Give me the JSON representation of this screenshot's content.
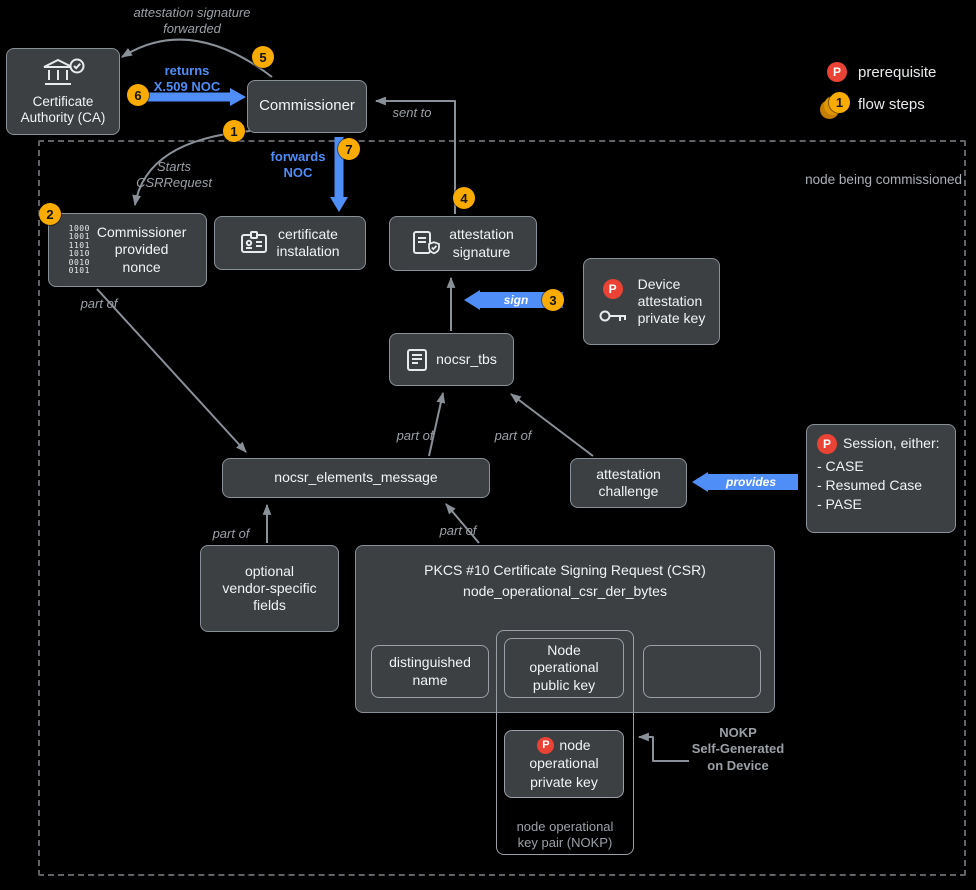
{
  "colors": {
    "background": "#000000",
    "box_fill": "#3c4043",
    "box_border": "#8a9097",
    "accent_blue": "#4f8df7",
    "step_yellow": "#f9ab00",
    "prereq_red": "#ea4335",
    "muted_gray": "#9aa0a6"
  },
  "legend": {
    "prereq_badge": "P",
    "prereq_label": "prerequisite",
    "step_badge": "1",
    "steps_label": "flow steps"
  },
  "region": {
    "label": "node being commissioned"
  },
  "steps": {
    "s1": "1",
    "s2": "2",
    "s3": "3",
    "s4": "4",
    "s5": "5",
    "s6": "6",
    "s7": "7"
  },
  "nodes": {
    "ca": {
      "label": "Certificate Authority (CA)"
    },
    "commissioner": {
      "label": "Commissioner"
    },
    "nonce": {
      "line1": "Commissioner",
      "line2": "provided",
      "line3": "nonce",
      "binary": {
        "r1": "1000",
        "r2": "1001",
        "r3": "1101",
        "r4": "1010",
        "r5": "0010",
        "r6": "0101"
      }
    },
    "cert_install": {
      "line1": "certificate",
      "line2": "instalation"
    },
    "att_sig": {
      "line1": "attestation",
      "line2": "signature"
    },
    "device_key": {
      "badge": "P",
      "line1": "Device",
      "line2": "attestation",
      "line3": "private key"
    },
    "nocsr_tbs": {
      "label": "nocsr_tbs"
    },
    "nocsr_elements": {
      "label": "nocsr_elements_message"
    },
    "att_challenge": {
      "line1": "attestation",
      "line2": "challenge"
    },
    "session": {
      "badge": "P",
      "title": "Session, either:",
      "item1": "- CASE",
      "item2": "- Resumed Case",
      "item3": "- PASE"
    },
    "vendor": {
      "line1": "optional",
      "line2": "vendor-specific",
      "line3": "fields"
    },
    "pkcs": {
      "title": "PKCS #10 Certificate Signing Request (CSR)",
      "subtitle": "node_operational_csr_der_bytes"
    },
    "dn": {
      "line1": "distinguished",
      "line2": "name"
    },
    "pubkey": {
      "line1": "Node",
      "line2": "operational",
      "line3": "public key"
    },
    "privkey": {
      "badge": "P",
      "line1": "node",
      "line2": "operational",
      "line3": "private key"
    },
    "nokp": {
      "line1": "node operational",
      "line2": "key pair (NOKP)"
    },
    "nokp_note": {
      "line1": "NOKP",
      "line2": "Self-Generated",
      "line3": "on Device"
    }
  },
  "edges": {
    "att_forwarded1": "attestation signature",
    "att_forwarded2": "forwarded",
    "returns1": "returns",
    "returns2": "X.509 NOC",
    "starts1": "Starts",
    "starts2": "CSRRequest",
    "forwards1": "forwards",
    "forwards2": "NOC",
    "sent_to": "sent to",
    "sign": "sign",
    "provides": "provides",
    "part_of": "part of"
  }
}
